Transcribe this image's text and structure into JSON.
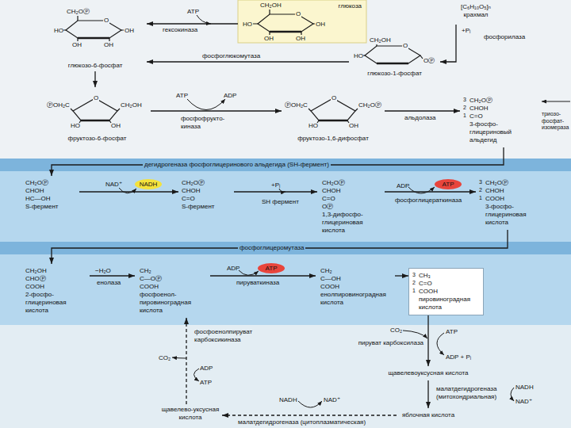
{
  "diagram": {
    "nodes": [
      {
        "text": [
          "глюкоза"
        ]
      },
      {
        "text": [
          "[C₆H₁₀O₅]ₙ",
          "крахмал"
        ]
      },
      {
        "text": [
          "глюкозо-6-фосфат"
        ]
      },
      {
        "text": [
          "глюкозо-1-фосфат"
        ]
      },
      {
        "text": [
          "фруктозо-6-фосфат"
        ]
      },
      {
        "text": [
          "фруктозо-1,6-дифосфат"
        ]
      },
      {
        "text": [
          "CH₂OⓅ",
          "CHOH",
          "C=O",
          "3-фосфо-глицериновый альдегид"
        ]
      },
      {
        "text": [
          "CH₂OⓅ",
          "CHOH",
          "HC—OH",
          "S-фермент"
        ]
      },
      {
        "text": [
          "NADH"
        ]
      },
      {
        "text": [
          "CH₂OⓅ",
          "CHOH",
          "C=O",
          "S-фермент"
        ]
      },
      {
        "text": [
          "CH₂OⓅ",
          "CHOH",
          "C=O",
          "OⓅ",
          "1,3-дифосфо-глицериновая кислота"
        ]
      },
      {
        "text": [
          "ATP"
        ]
      },
      {
        "text": [
          "CH₂OⓅ",
          "CHOH",
          "COOH",
          "3-фосфо-глицериновая кислота"
        ]
      },
      {
        "text": [
          "CH₂OH",
          "CHOⓅ",
          "COOH",
          "2-фосфо-глицериновая кислота"
        ]
      },
      {
        "text": [
          "CH₂",
          "C—OⓅ",
          "COOH",
          "фосфоенол-пировиноградная кислота"
        ]
      },
      {
        "text": [
          "ATP"
        ]
      },
      {
        "text": [
          "CH₂",
          "C—OH",
          "COOH",
          "енолпировиноградная кислота"
        ]
      },
      {
        "text": [
          "CH₃",
          "C=O",
          "COOH",
          "пировиноградная кислота"
        ]
      },
      {
        "text": [
          "щавелевоуксусная кислота"
        ]
      },
      {
        "text": [
          "яблочная кислота"
        ]
      },
      {
        "text": [
          "щавелево-уксусная кислота"
        ]
      }
    ],
    "edges": [
      {
        "from": 0,
        "to": 2,
        "arrow": "to",
        "label": "гексокиназа"
      },
      {
        "from": 1,
        "to": 3,
        "arrow": "to",
        "label": "фосфорилаза"
      },
      {
        "from": 3,
        "to": 2,
        "arrow": "to",
        "label": "фосфоглюкомутаза"
      },
      {
        "from": 2,
        "to": 4,
        "arrow": "to"
      },
      {
        "from": 4,
        "to": 5,
        "arrow": "to",
        "label": "фосфофрукто-киназа"
      },
      {
        "from": 5,
        "to": 6,
        "arrow": "to",
        "label": "альдолаза"
      },
      {
        "from": 6,
        "to": 7,
        "arrow": "to",
        "label": "дегидрогеназа фосфоглицеринового альдегида (SH-фермент)"
      },
      {
        "from": 7,
        "to": 9,
        "arrow": "to"
      },
      {
        "from": 9,
        "to": 10,
        "arrow": "to"
      },
      {
        "from": 10,
        "to": 12,
        "arrow": "to",
        "label": "фосфоглицераткиназа"
      },
      {
        "from": 12,
        "to": 13,
        "arrow": "to",
        "label": "фосфоглицеромутаза"
      },
      {
        "from": 13,
        "to": 14,
        "arrow": "to",
        "label": "енолаза"
      },
      {
        "from": 14,
        "to": 16,
        "arrow": "to",
        "label": "пируваткиназа"
      },
      {
        "from": 16,
        "to": 17,
        "arrow": "to"
      },
      {
        "from": 17,
        "to": 18,
        "arrow": "to",
        "label": "пируват карбоксилаза"
      },
      {
        "from": 18,
        "to": 19,
        "arrow": "to",
        "label": "малатдегидрогеназа (митохондриальная)"
      },
      {
        "from": 19,
        "to": 20,
        "arrow": "to",
        "label": "малатдегидрогеназа (цитоплазматическая)"
      },
      {
        "from": 20,
        "to": 14,
        "arrow": "to",
        "label": "фосфоенолпируват карбоксикиназа"
      }
    ],
    "labels": [
      "ATP",
      "CH₂OH",
      "O",
      "HO",
      "OH",
      "OH",
      "OH",
      "CH₂OⓅ",
      "O",
      "HO",
      "OH",
      "OH",
      "OH",
      "+Pᵢ",
      "CH₂OH",
      "O",
      "HO",
      "OⓅ",
      "ⓅOH₂C",
      "O",
      "CH₂OH",
      "HO",
      "OH",
      "ATP",
      "ADP",
      "ⓅOH₂C",
      "O",
      "CH₂OⓅ",
      "HO",
      "OH",
      "3",
      "2",
      "1",
      "триозо-фосфат-изомераза",
      "NAD⁺",
      "+Pᵢ",
      "SH фермент",
      "ADP",
      "3",
      "2",
      "1",
      "−H₂O",
      "ADP",
      "3",
      "2",
      "1",
      "CO₂",
      "ADP",
      "ATP",
      "CO₂",
      "ATP",
      "ADP + Pᵢ",
      "NADH",
      "NAD⁺",
      "NADH",
      "NAD⁺"
    ]
  }
}
